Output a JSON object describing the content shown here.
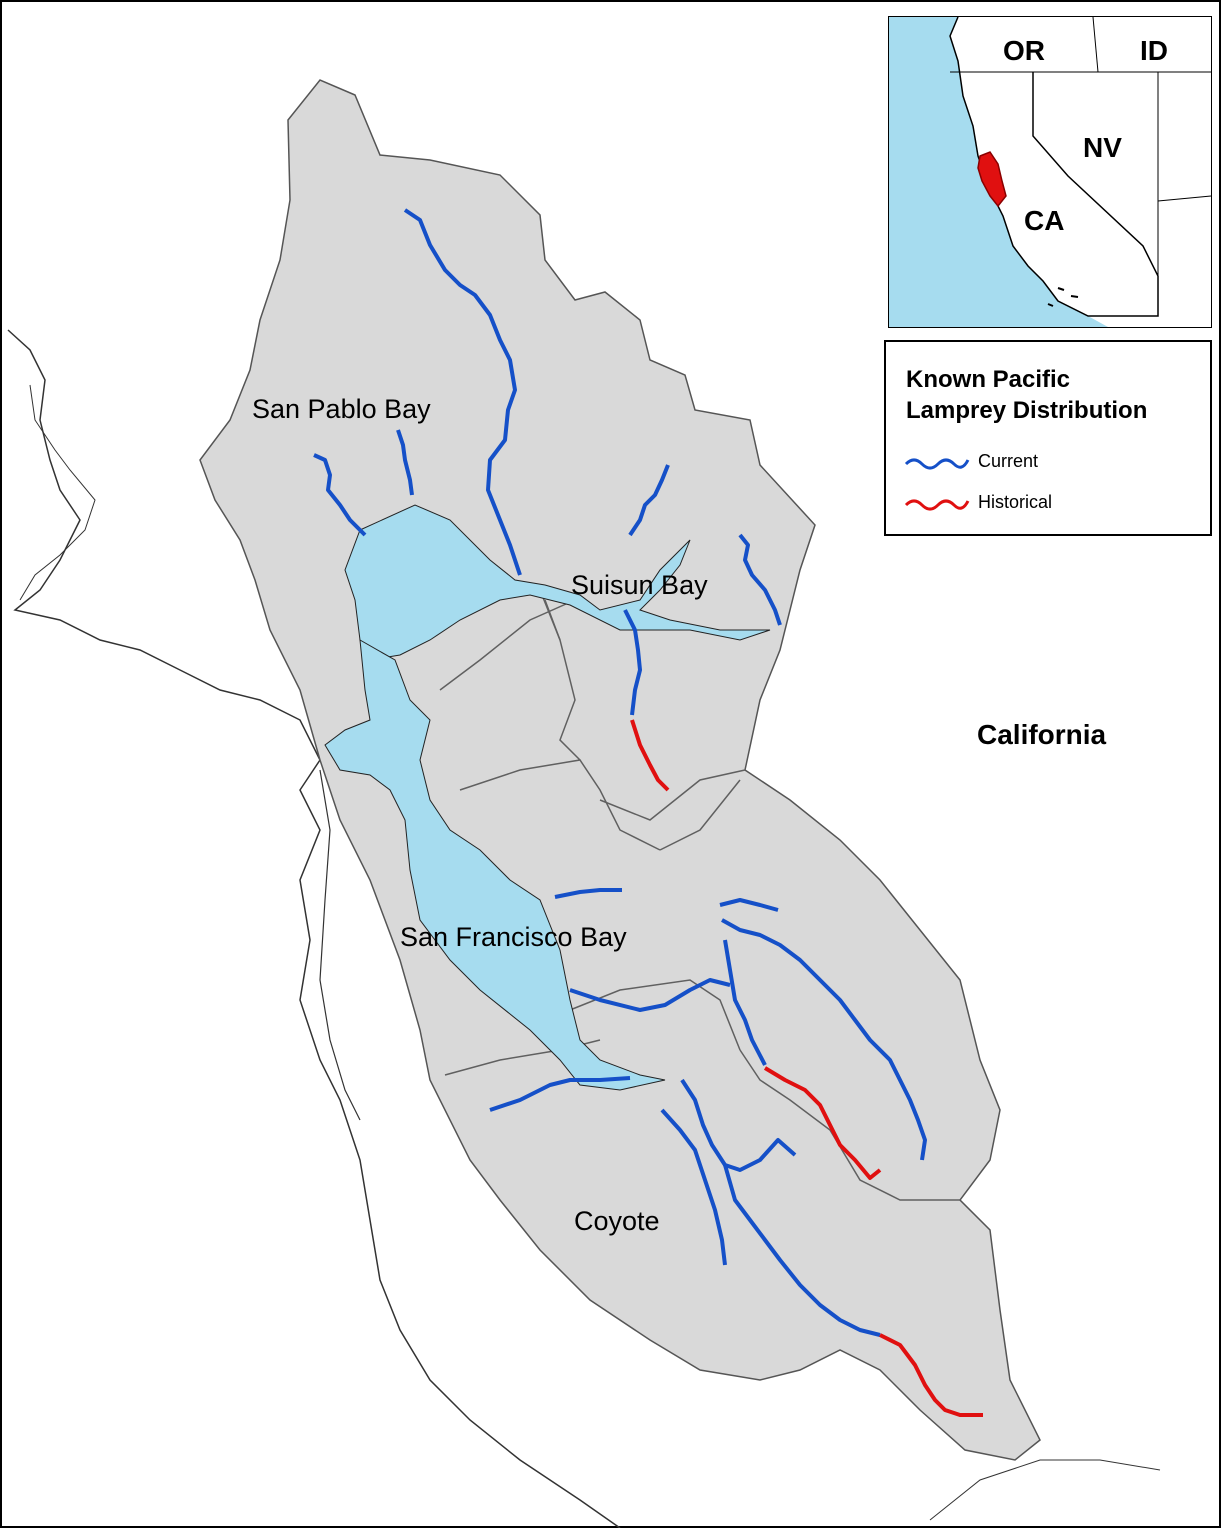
{
  "map": {
    "colors": {
      "watershed": "#d9d9d9",
      "water": "#a6dcef",
      "current": "#1550c8",
      "historical": "#e01010",
      "boundary": "#505050"
    },
    "region_labels": {
      "san_pablo": "San Pablo Bay",
      "suisun": "Suisun Bay",
      "san_francisco": "San Francisco Bay",
      "coyote": "Coyote"
    },
    "state_label": "California"
  },
  "inset": {
    "labels": {
      "or": "OR",
      "id": "ID",
      "nv": "NV",
      "ca": "CA"
    }
  },
  "legend": {
    "title_line1": "Known Pacific",
    "title_line2": "Lamprey Distribution",
    "items": [
      {
        "label": "Current",
        "color": "#1550c8"
      },
      {
        "label": "Historical",
        "color": "#e01010"
      }
    ]
  }
}
